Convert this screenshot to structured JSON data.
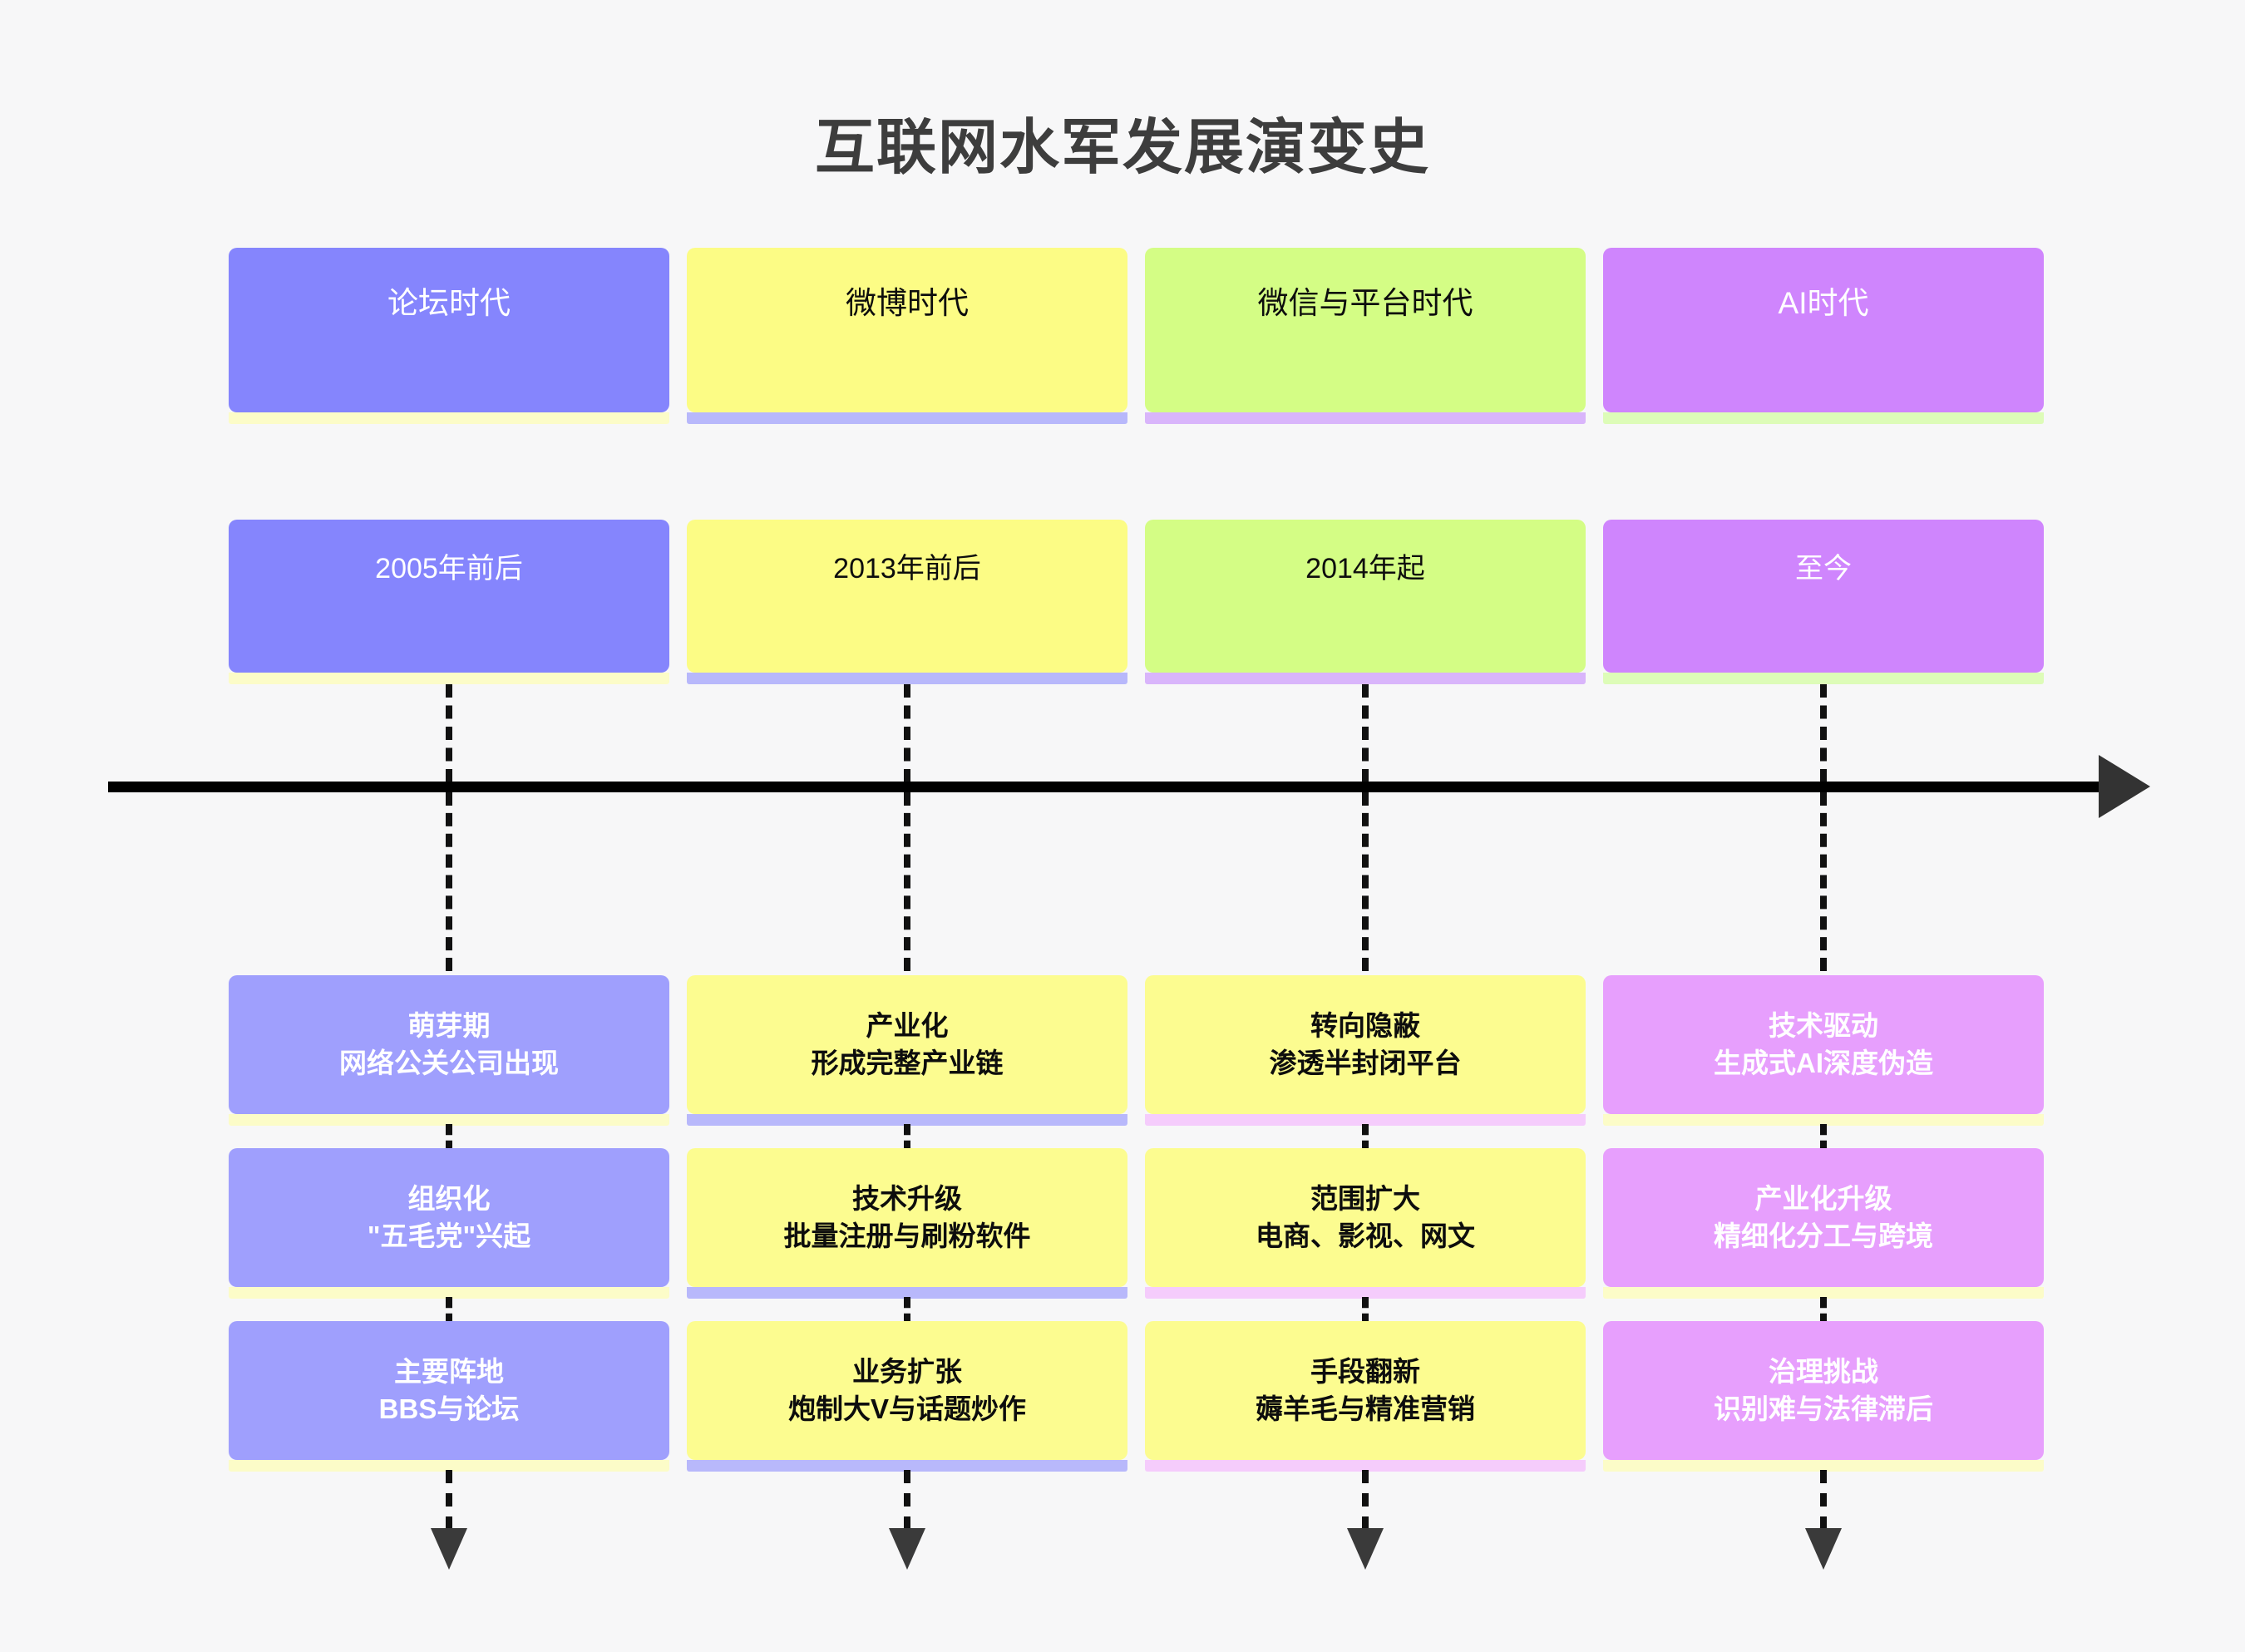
{
  "title": "互联网水军发展演变史",
  "theme": {
    "background": "#f7f7f8",
    "title_color": "#3d3d3d",
    "axis_color": "#000000",
    "arrow_color": "#333333",
    "dash_color": "#111111"
  },
  "palette": {
    "era_purple": "#8585fd",
    "era_yellow": "#fcfc85",
    "era_green": "#d4fd85",
    "era_violet": "#cf85fd",
    "detail_purple": "#9f9ffd",
    "detail_yellow": "#fcfc90",
    "detail_pink": "#e79ffd",
    "bar_pale_yellow": "#fcfcc8",
    "bar_pale_purple": "#b8b8fb",
    "bar_pale_violet": "#d9b5fb",
    "bar_pale_green": "#ddfcb8",
    "bar_pale_pink": "#f5ccfc"
  },
  "timeline": {
    "axis_label": "time-axis",
    "direction": "left-to-right"
  },
  "columns": [
    {
      "key": "forum",
      "era": "论坛时代",
      "era_bg": "#8585fd",
      "era_text": "#ffffff",
      "era_bar": "#fcfcc8",
      "date": "2005年前后",
      "date_bg": "#8585fd",
      "date_text": "#ffffff",
      "date_bar": "#fcfcc8",
      "detail_bg": "#9f9ffd",
      "detail_text": "#ffffff",
      "detail_bar": "#fcfcc8",
      "details": [
        {
          "line1": "萌芽期",
          "line2": "网络公关公司出现"
        },
        {
          "line1": "组织化",
          "line2": "\"五毛党\"兴起"
        },
        {
          "line1": "主要阵地",
          "line2": "BBS与论坛"
        }
      ]
    },
    {
      "key": "weibo",
      "era": "微博时代",
      "era_bg": "#fcfc85",
      "era_text": "#0d0d0d",
      "era_bar": "#b8b8fb",
      "date": "2013年前后",
      "date_bg": "#fcfc85",
      "date_text": "#0d0d0d",
      "date_bar": "#b8b8fb",
      "detail_bg": "#fcfc90",
      "detail_text": "#0d0d0d",
      "detail_bar": "#b8b8fb",
      "details": [
        {
          "line1": "产业化",
          "line2": "形成完整产业链"
        },
        {
          "line1": "技术升级",
          "line2": "批量注册与刷粉软件"
        },
        {
          "line1": "业务扩张",
          "line2": "炮制大V与话题炒作"
        }
      ]
    },
    {
      "key": "wechat",
      "era": "微信与平台时代",
      "era_bg": "#d4fd85",
      "era_text": "#0d0d0d",
      "era_bar": "#d9b5fb",
      "date": "2014年起",
      "date_bg": "#d4fd85",
      "date_text": "#0d0d0d",
      "date_bar": "#d9b5fb",
      "detail_bg": "#fcfc90",
      "detail_text": "#0d0d0d",
      "detail_bar": "#f5ccfc",
      "details": [
        {
          "line1": "转向隐蔽",
          "line2": "渗透半封闭平台"
        },
        {
          "line1": "范围扩大",
          "line2": "电商、影视、网文"
        },
        {
          "line1": "手段翻新",
          "line2": "薅羊毛与精准营销"
        }
      ]
    },
    {
      "key": "ai",
      "era": "AI时代",
      "era_bg": "#cf85fd",
      "era_text": "#ffffff",
      "era_bar": "#ddfcb8",
      "date": "至今",
      "date_bg": "#cf85fd",
      "date_text": "#ffffff",
      "date_bar": "#ddfcb8",
      "detail_bg": "#e79ffd",
      "detail_text": "#ffffff",
      "detail_bar": "#fcfcc8",
      "details": [
        {
          "line1": "技术驱动",
          "line2": "生成式AI深度伪造"
        },
        {
          "line1": "产业化升级",
          "line2": "精细化分工与跨境"
        },
        {
          "line1": "治理挑战",
          "line2": "识别难与法律滞后"
        }
      ]
    }
  ]
}
